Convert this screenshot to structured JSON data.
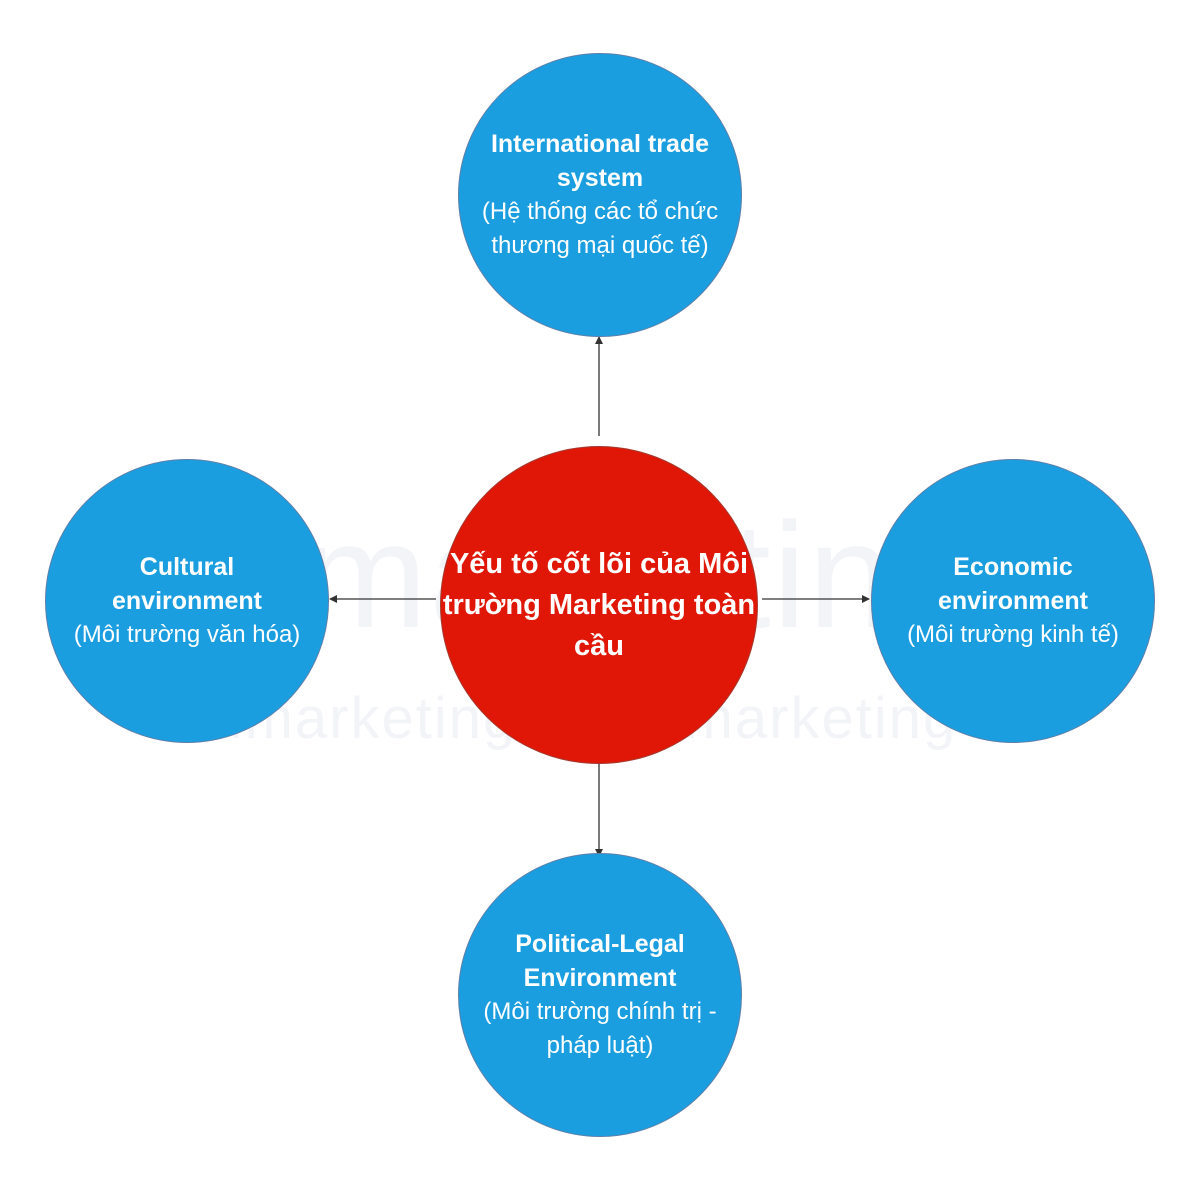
{
  "watermark": {
    "big": "bmmarketing",
    "small_1": "bmmarketing",
    "small_2": "bmmarketing"
  },
  "center": {
    "label": "Yếu tố cốt lõi của Môi trường Marketing toàn cầu"
  },
  "nodes": {
    "top": {
      "title": "International trade system",
      "subtitle": "(Hệ thống các tổ chức thương mại quốc tế)"
    },
    "left": {
      "title": "Cultural environment",
      "subtitle": "(Môi trường văn hóa)"
    },
    "right": {
      "title": "Economic environment",
      "subtitle": "(Môi trường kinh tế)"
    },
    "bottom": {
      "title": "Political-Legal Environment",
      "subtitle": "(Môi trường chính trị - pháp luật)"
    }
  },
  "colors": {
    "outer_fill": "#1a9ee0",
    "center_fill": "#e01707",
    "arrow": "#333333"
  }
}
